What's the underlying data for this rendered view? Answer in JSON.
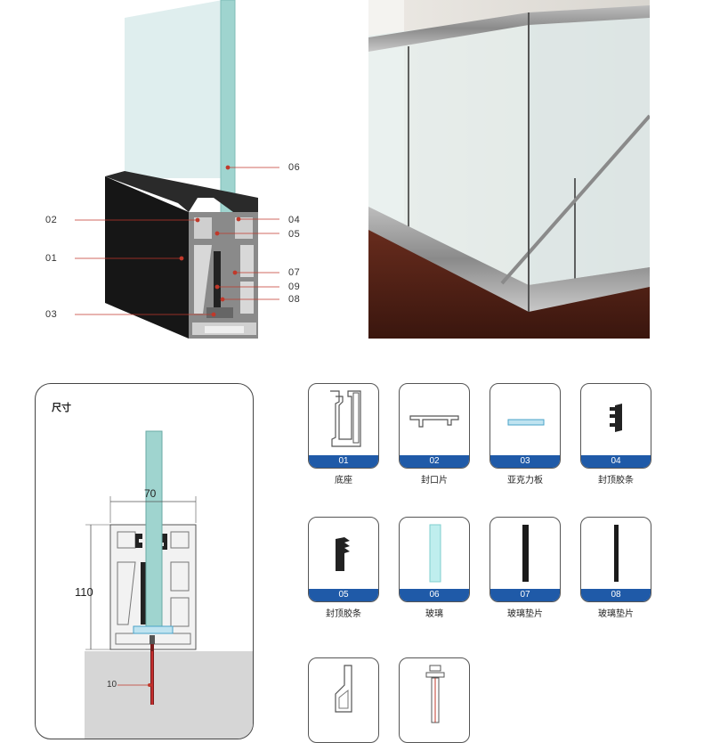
{
  "callouts": {
    "c01": "01",
    "c02": "02",
    "c03": "03",
    "c04": "04",
    "c05": "05",
    "c06": "06",
    "c07": "07",
    "c08": "08",
    "c09": "09"
  },
  "dimensions": {
    "title": "尺寸",
    "width": "70",
    "height": "110",
    "anchor_label": "10"
  },
  "parts": [
    {
      "code": "01",
      "name": "底座"
    },
    {
      "code": "02",
      "name": "封口片"
    },
    {
      "code": "03",
      "name": "亚克力板"
    },
    {
      "code": "04",
      "name": "封顶胶条"
    },
    {
      "code": "05",
      "name": "封顶胶条"
    },
    {
      "code": "06",
      "name": "玻璃"
    },
    {
      "code": "07",
      "name": "玻璃垫片"
    },
    {
      "code": "08",
      "name": "玻璃垫片"
    }
  ],
  "colors": {
    "accent_blue": "#1f5aa8",
    "glass": "#9fd4cf",
    "profile_dark": "#1b1b1b",
    "callout_red": "#c0392b"
  }
}
